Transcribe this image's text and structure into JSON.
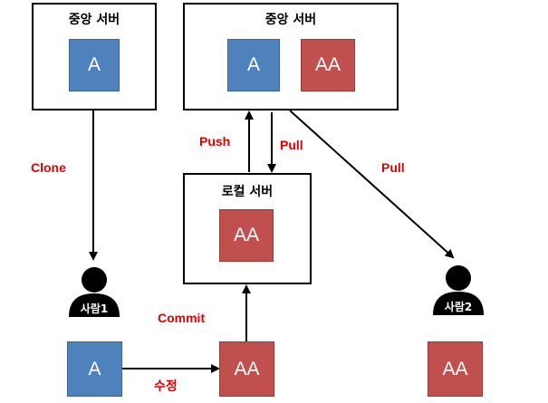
{
  "servers": {
    "central_left": {
      "title": "중앙 서버",
      "tiles": [
        "A"
      ]
    },
    "central_right": {
      "title": "중앙 서버",
      "tiles": [
        "A",
        "AA"
      ]
    },
    "local": {
      "title": "로컬 서버",
      "tiles": [
        "AA"
      ]
    }
  },
  "people": {
    "person1": {
      "name": "사람1"
    },
    "person2": {
      "name": "사람2"
    }
  },
  "bottom_tiles": {
    "person1_original": "A",
    "person1_modified": "AA",
    "person2_file": "AA"
  },
  "labels": {
    "clone": "Clone",
    "push": "Push",
    "pull_local": "Pull",
    "pull_person2": "Pull",
    "commit": "Commit",
    "modify": "수정"
  },
  "colors": {
    "blue_tile": "#4f81bd",
    "red_tile": "#c0504d",
    "label_text": "#e00000"
  }
}
